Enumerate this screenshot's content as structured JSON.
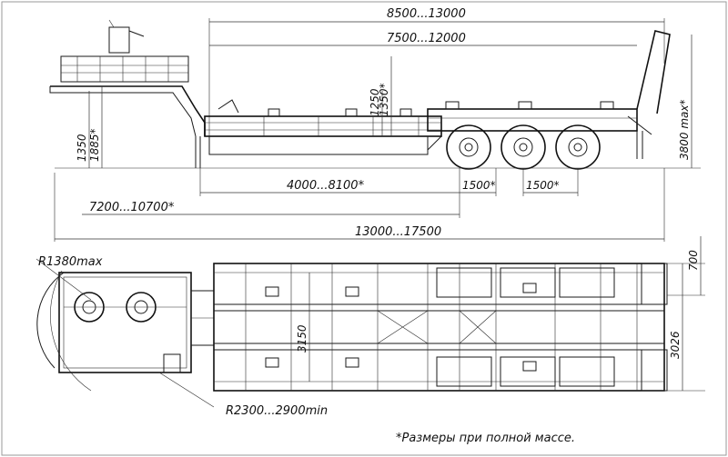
{
  "side_view": {
    "dims": {
      "deck_overall": "8500...13000",
      "deck_platform": "7500...12000",
      "gooseneck_height": "1350",
      "neck_height_full": "1885*",
      "deck_height_1": "1250",
      "deck_height_2": "1350*",
      "platform_length": "4000...8100*",
      "axle_spacing_1": "1500*",
      "axle_spacing_2": "1500*",
      "kingpin_span": "7200...10700*",
      "overall_length": "13000...17500",
      "ramp_height": "3800 max*"
    }
  },
  "plan_view": {
    "dims": {
      "front_radius": "R1380max",
      "turn_radius": "R2300...2900min",
      "inner_width": "3150",
      "outrigger_width": "700",
      "overall_width": "3026"
    }
  },
  "footnote": "*Размеры при полной массе."
}
